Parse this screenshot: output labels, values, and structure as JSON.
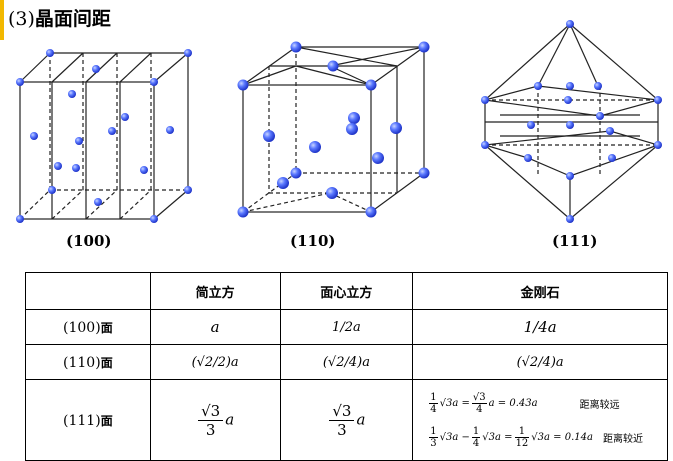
{
  "heading": {
    "number": "(3)",
    "title": "晶面间距"
  },
  "figures": {
    "captions": [
      "(100)",
      "(110)",
      "(111)"
    ]
  },
  "table": {
    "headers": [
      "",
      "简立方",
      "面心立方",
      "金刚石"
    ],
    "rows": [
      {
        "label": "(100)",
        "suffix": "面",
        "sc": "a",
        "fcc": "1/2a",
        "diamond": "1/4a"
      },
      {
        "label": "(110)",
        "suffix": "面",
        "sc": "(√2/2)a",
        "fcc": "(√2/4)a",
        "diamond": "(√2/4)a"
      },
      {
        "label": "(111)",
        "suffix": "面",
        "sc_num": "√3",
        "sc_den": "3",
        "sc_var": "a",
        "fcc_num": "√3",
        "fcc_den": "3",
        "fcc_var": "a",
        "diamond_line1": {
          "f1n": "1",
          "f1d": "4",
          "mid": "√3a =",
          "f2n": "√3",
          "f2d": "4",
          "tail": "a = 0.43a",
          "note": "距离较远"
        },
        "diamond_line2": {
          "f1n": "1",
          "f1d": "3",
          "a1": "√3a −",
          "f2n": "1",
          "f2d": "4",
          "a2": "√3a =",
          "f3n": "1",
          "f3d": "12",
          "tail": "√3a = 0.14a",
          "note": "距离较近"
        }
      }
    ]
  },
  "colors": {
    "accent": "#f2b800",
    "atom": "#3355ee"
  }
}
